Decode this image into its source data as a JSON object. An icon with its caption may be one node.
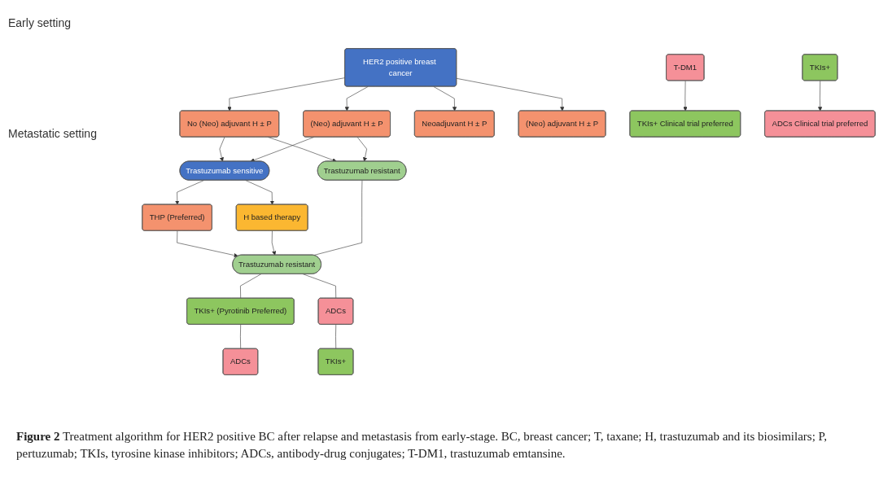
{
  "diagram": {
    "caption": "**Figure 2** Treatment algorithm for HER2 positive BC after relapse and metastasis from early-stage. BC, breast cancer; T, taxane; H, trastuzumab and its biosimilars; P, pertuzumab; TKIs, tyrosine kinase inhibitors; ADCs, antibody-drug conjugates; T-DM1, trastuzumab emtansine.",
    "nodes": [
      {
        "text": [
          "HER2 positive breast cancer"
        ]
      },
      {
        "text": [
          "No (Neo) adjuvant H ± P"
        ]
      },
      {
        "text": [
          "(Neo) adjuvant H ± P"
        ]
      },
      {
        "text": [
          "Neoadjuvant H ± P"
        ]
      },
      {
        "text": [
          "T-DM1"
        ]
      },
      {
        "text": [
          "(Neo) adjuvant H ± P"
        ]
      },
      {
        "text": [
          "TKIs+"
        ]
      },
      {
        "text": [
          "Trastuzumab sensitive"
        ]
      },
      {
        "text": [
          "Trastuzumab resistant"
        ]
      },
      {
        "text": [
          "THP (Preferred)"
        ]
      },
      {
        "text": [
          "H based therapy"
        ]
      },
      {
        "text": [
          "Trastuzumab resistant"
        ]
      },
      {
        "text": [
          "TKIs+ (Pyrotinib Preferred)"
        ]
      },
      {
        "text": [
          "ADCs"
        ]
      },
      {
        "text": [
          "ADCs"
        ]
      },
      {
        "text": [
          "TKIs+"
        ]
      },
      {
        "text": [
          "TKIs+ Clinical trial preferred"
        ]
      },
      {
        "text": [
          "ADCs Clinical trial preferred"
        ]
      }
    ],
    "edges": [
      {
        "from": 0,
        "to": 1,
        "arrow": "to"
      },
      {
        "from": 0,
        "to": 2,
        "arrow": "to"
      },
      {
        "from": 0,
        "to": 3,
        "arrow": "to"
      },
      {
        "from": 0,
        "to": 5,
        "arrow": "to"
      },
      {
        "from": 1,
        "to": 7,
        "arrow": "to"
      },
      {
        "from": 1,
        "to": 8,
        "arrow": "to"
      },
      {
        "from": 2,
        "to": 7,
        "arrow": "to"
      },
      {
        "from": 2,
        "to": 8,
        "arrow": "to"
      },
      {
        "from": 7,
        "to": 9,
        "arrow": "to"
      },
      {
        "from": 7,
        "to": 10,
        "arrow": "to"
      },
      {
        "from": 9,
        "to": 11,
        "arrow": "to"
      },
      {
        "from": 10,
        "to": 11,
        "arrow": "to"
      },
      {
        "from": 8,
        "to": 11,
        "arrow": "none"
      },
      {
        "from": 4,
        "to": 16,
        "arrow": "to"
      },
      {
        "from": 6,
        "to": 17,
        "arrow": "to"
      },
      {
        "from": 11,
        "to": 12,
        "arrow": "none"
      },
      {
        "from": 11,
        "to": 13,
        "arrow": "none"
      },
      {
        "from": 12,
        "to": 14,
        "arrow": "none"
      },
      {
        "from": 13,
        "to": 15,
        "arrow": "none"
      }
    ],
    "labels": [
      "Early setting",
      "Metastatic setting"
    ]
  }
}
